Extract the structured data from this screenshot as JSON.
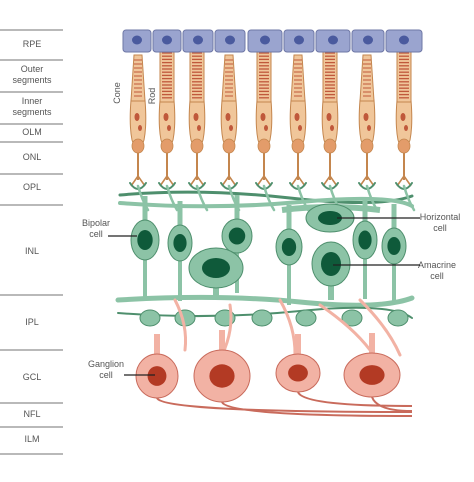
{
  "layers": [
    {
      "label": "RPE"
    },
    {
      "label": "Outer segments"
    },
    {
      "label": "Inner segments"
    },
    {
      "label": "OLM"
    },
    {
      "label": "ONL"
    },
    {
      "label": "OPL"
    },
    {
      "label": "INL"
    },
    {
      "label": "IPL"
    },
    {
      "label": "GCL"
    },
    {
      "label": "NFL"
    },
    {
      "label": "ILM"
    }
  ],
  "photoreceptors": {
    "cone_label": "Cone",
    "rod_label": "Rod",
    "sequence": [
      "cone",
      "rod",
      "rod",
      "cone",
      "rod",
      "cone",
      "rod",
      "cone",
      "rod"
    ]
  },
  "callouts": {
    "bipolar": "Bipolar cell",
    "horizontal": "Horizontal cell",
    "amacrine": "Amacrine cell",
    "ganglion": "Ganglion cell"
  },
  "colors": {
    "rpe": "#9aa4cf",
    "rpe_nucleus": "#4a5a9e",
    "photoreceptor": "#f0c69a",
    "photoreceptor_stroke": "#c4864e",
    "rod_disc": "#c0583b",
    "neuron": "#8cc3a6",
    "neuron_stroke": "#4e8f6d",
    "neuron_nucleus": "#0f5a3a",
    "ganglion": "#f2b2a4",
    "ganglion_stroke": "#c96b5c",
    "ganglion_nucleus": "#b33a24"
  }
}
